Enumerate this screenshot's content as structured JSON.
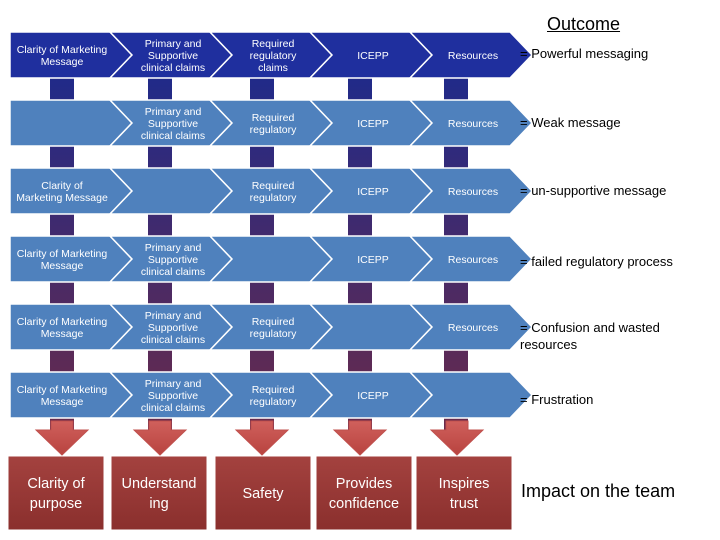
{
  "outcome_heading": "Outcome",
  "impact_label": "Impact on the team",
  "colors": {
    "row_first": "#1f2f9e",
    "row_other": "#4f81bd",
    "connector_top": "#1f2a8a",
    "connector_bottom": "#6a2a4a",
    "down_arrow": "#c0504d",
    "impact_box": "#953735"
  },
  "rows": [
    {
      "cells": [
        {
          "lines": [
            "Clarity of Marketing",
            "Message"
          ]
        },
        {
          "lines": [
            "Primary and",
            "Supportive",
            "clinical claims"
          ]
        },
        {
          "lines": [
            "Required",
            "regulatory",
            "claims"
          ]
        },
        {
          "lines": [
            "ICEPP"
          ]
        },
        {
          "lines": [
            "Resources"
          ]
        }
      ],
      "outcome": [
        "= Powerful messaging"
      ]
    },
    {
      "cells": [
        {
          "lines": []
        },
        {
          "lines": [
            "Primary and",
            "Supportive",
            "clinical claims"
          ]
        },
        {
          "lines": [
            "Required",
            "regulatory"
          ]
        },
        {
          "lines": [
            "ICEPP"
          ]
        },
        {
          "lines": [
            "Resources"
          ]
        }
      ],
      "outcome": [
        "= Weak message"
      ]
    },
    {
      "cells": [
        {
          "lines": [
            "Clarity of",
            "Marketing Message"
          ]
        },
        {
          "lines": []
        },
        {
          "lines": [
            "Required",
            "regulatory"
          ]
        },
        {
          "lines": [
            "ICEPP"
          ]
        },
        {
          "lines": [
            "Resources"
          ]
        }
      ],
      "outcome": [
        "= un-supportive message"
      ]
    },
    {
      "cells": [
        {
          "lines": [
            "Clarity of Marketing",
            "Message"
          ]
        },
        {
          "lines": [
            "Primary and",
            "Supportive",
            "clinical claims"
          ]
        },
        {
          "lines": []
        },
        {
          "lines": [
            "ICEPP"
          ]
        },
        {
          "lines": [
            "Resources"
          ]
        }
      ],
      "outcome": [
        "= failed regulatory process"
      ]
    },
    {
      "cells": [
        {
          "lines": [
            "Clarity of Marketing",
            "Message"
          ]
        },
        {
          "lines": [
            "Primary and",
            "Supportive",
            "clinical claims"
          ]
        },
        {
          "lines": [
            "Required",
            "regulatory"
          ]
        },
        {
          "lines": []
        },
        {
          "lines": [
            "Resources"
          ]
        }
      ],
      "outcome": [
        "= Confusion and wasted",
        "resources"
      ]
    },
    {
      "cells": [
        {
          "lines": [
            "Clarity of Marketing",
            "Message"
          ]
        },
        {
          "lines": [
            "Primary and",
            "Supportive",
            "clinical claims"
          ]
        },
        {
          "lines": [
            "Required",
            "regulatory"
          ]
        },
        {
          "lines": [
            "ICEPP"
          ]
        },
        {
          "lines": []
        }
      ],
      "outcome": [
        "= Frustration"
      ]
    }
  ],
  "impacts": [
    {
      "lines": [
        "Clarity of",
        "purpose"
      ]
    },
    {
      "lines": [
        "Understand",
        "ing"
      ]
    },
    {
      "lines": [
        "Safety"
      ]
    },
    {
      "lines": [
        "Provides",
        "confidence"
      ]
    },
    {
      "lines": [
        "Inspires",
        "trust"
      ]
    }
  ]
}
